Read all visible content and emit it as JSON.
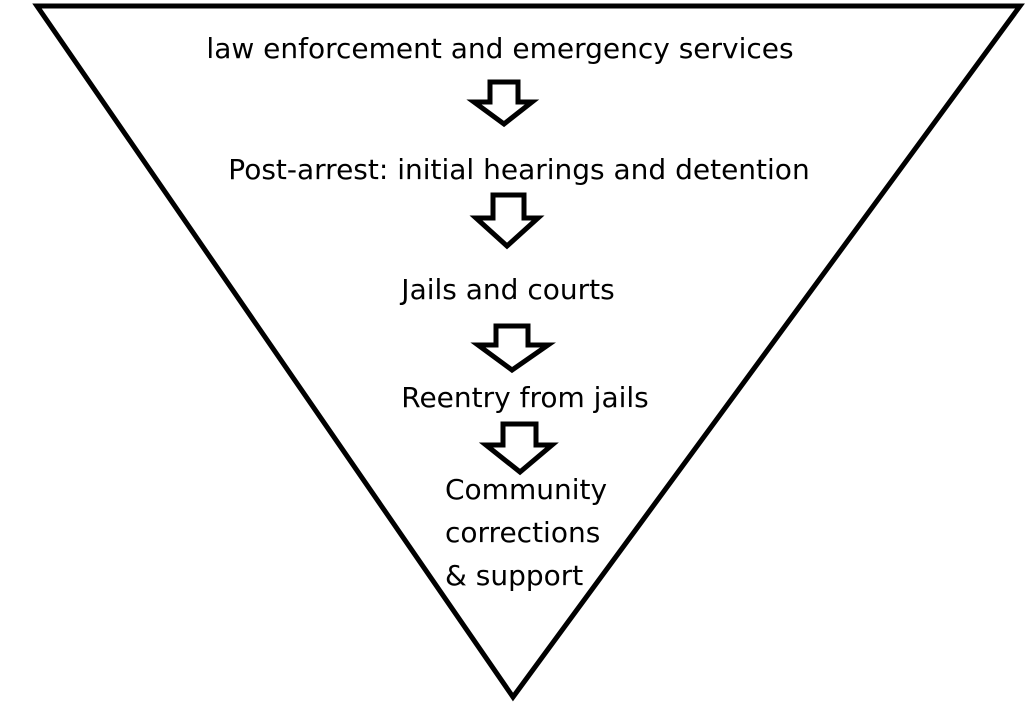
{
  "stages": [
    "law enforcement and emergency services",
    "Post-arrest: initial hearings and detention",
    "Jails and courts",
    "Reentry from jails"
  ],
  "final_stage": [
    "Community",
    "corrections",
    "& support"
  ],
  "colors": {
    "stroke": "#000000",
    "background": "#ffffff"
  }
}
